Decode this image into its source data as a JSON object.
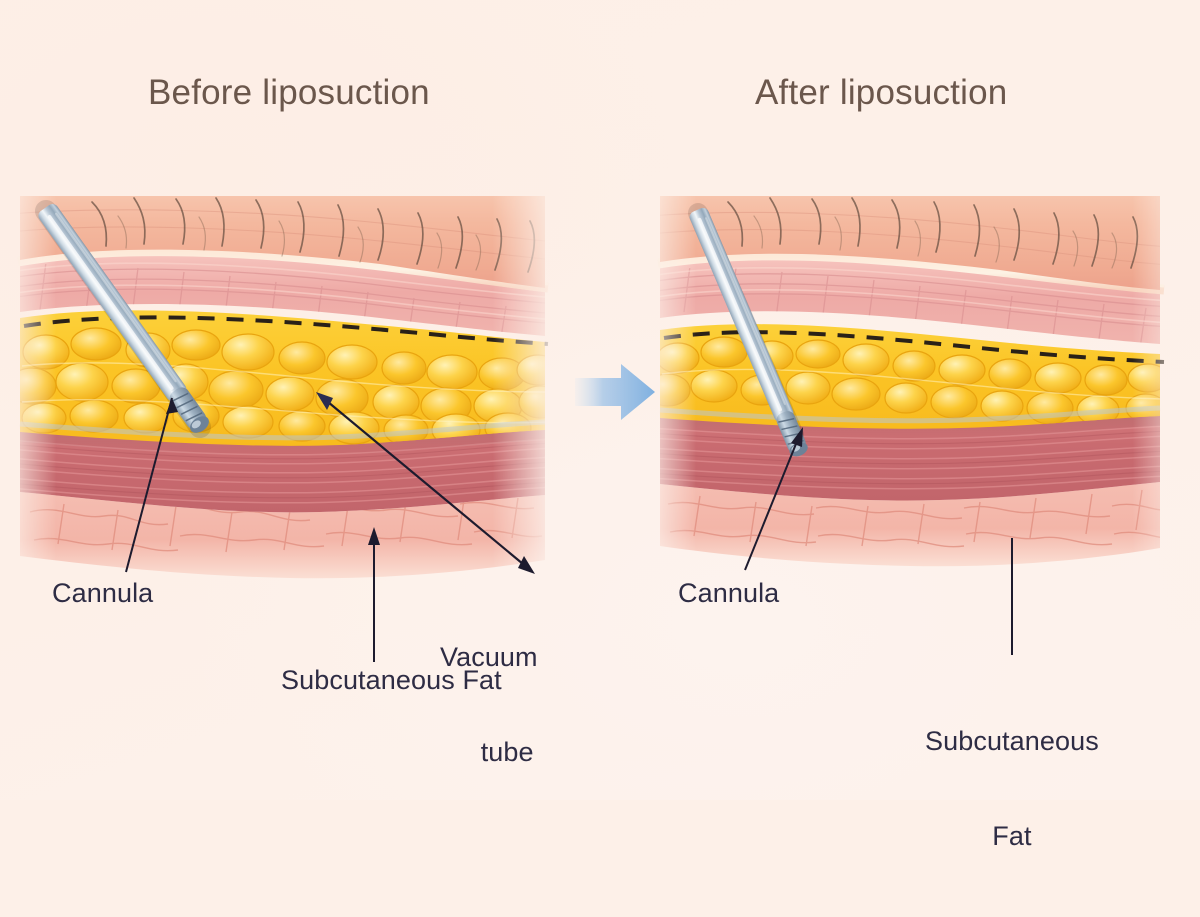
{
  "figure": {
    "subject": "liposuction-cross-section",
    "background_color": "#fdf0e8"
  },
  "panels": {
    "left": {
      "title": "Before liposuction",
      "labels": {
        "cannula": "Cannula",
        "vacuum_tube_line1": "Vacuum",
        "vacuum_tube_line2": "tube",
        "subcutaneous_fat": "Subcutaneous Fat"
      }
    },
    "right": {
      "title": "After liposuction",
      "labels": {
        "cannula": "Cannula",
        "subcutaneous_fat_line1": "Subcutaneous",
        "subcutaneous_fat_line2": "Fat"
      }
    }
  },
  "colors": {
    "title_text": "#6b574c",
    "label_text": "#2e2c44",
    "epidermis": "#f3b49a",
    "dermis": "#eeaaa6",
    "fat": "#fbc52a",
    "muscle": "#cd6f73",
    "deep_tissue": "#f2b2a6",
    "cannula_metal": "#aebfcf",
    "transition_arrow": "#8fb8e0",
    "dashed_line": "#2a2118"
  },
  "anatomy_layers": [
    "epidermis",
    "dermis",
    "subcutaneous fat",
    "muscle",
    "deep tissue"
  ]
}
